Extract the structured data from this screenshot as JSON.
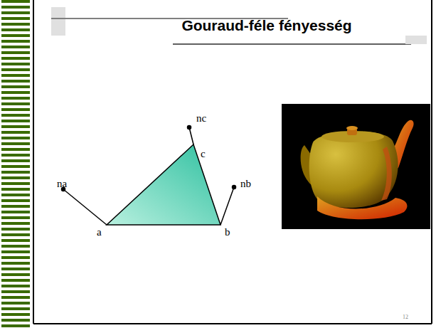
{
  "diagram": {
    "title": "Gouraud-féle fényesség",
    "labels": [
      "nc",
      "na",
      "nb",
      "c",
      "a",
      "b",
      "12"
    ]
  }
}
